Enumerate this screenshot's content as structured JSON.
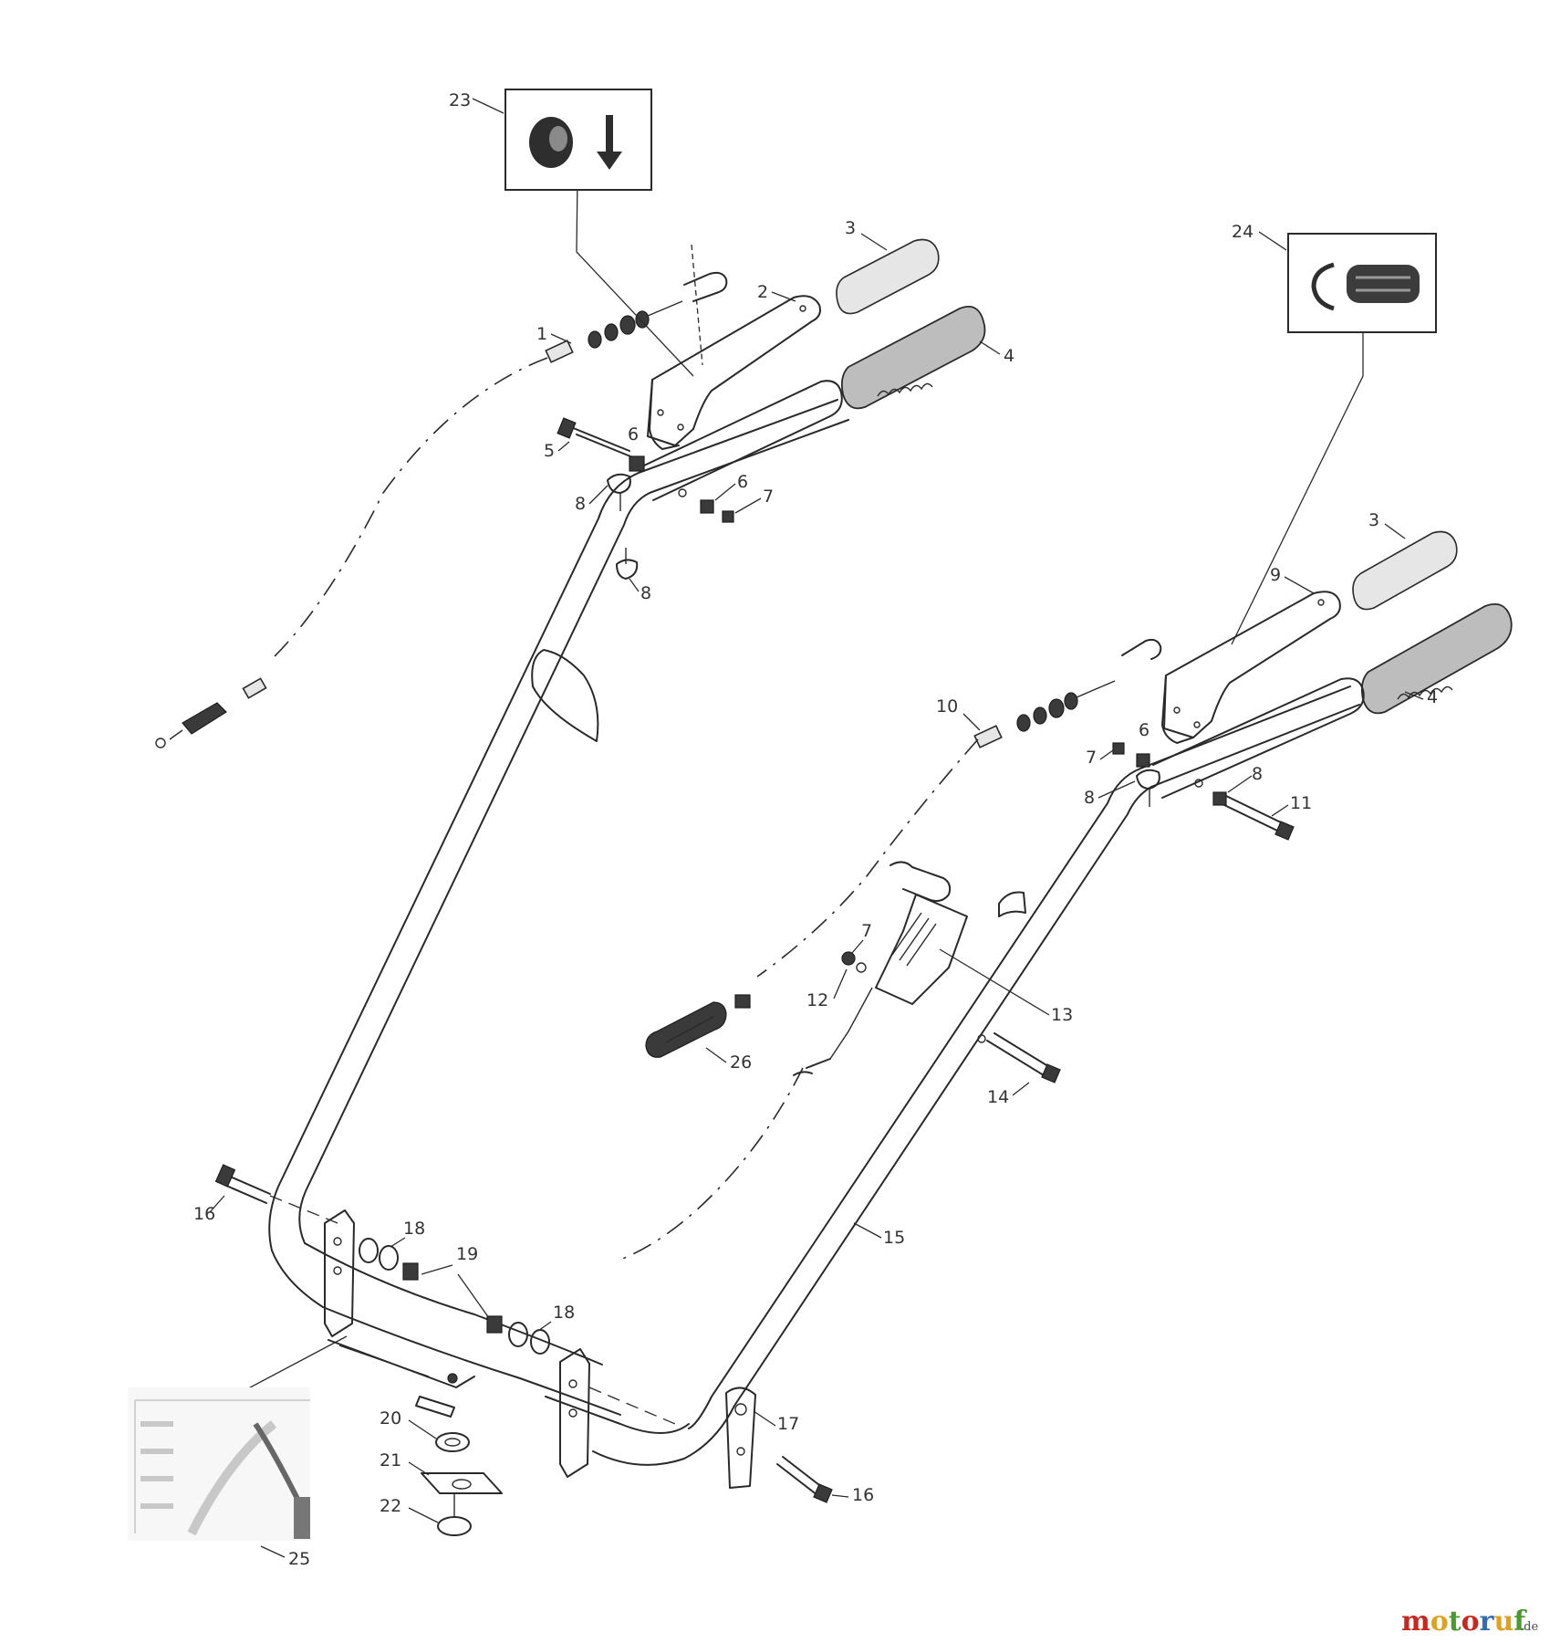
{
  "labels": {
    "n1": "1",
    "n2": "2",
    "n3a": "3",
    "n3b": "3",
    "n4a": "4",
    "n4b": "4",
    "n5": "5",
    "n6a": "6",
    "n6b": "6",
    "n6c": "6",
    "n7a": "7",
    "n7b": "7",
    "n7c": "7",
    "n8a": "8",
    "n8b": "8",
    "n8c": "8",
    "n8d": "8",
    "n9": "9",
    "n10": "10",
    "n11": "11",
    "n12": "12",
    "n13": "13",
    "n14": "14",
    "n15": "15",
    "n16a": "16",
    "n16b": "16",
    "n17": "17",
    "n18a": "18",
    "n18b": "18",
    "n19": "19",
    "n20": "20",
    "n21": "21",
    "n22": "22",
    "n23": "23",
    "n24": "24",
    "n25": "25",
    "n26": "26"
  },
  "watermark": {
    "brand_letters": [
      "m",
      "o",
      "t",
      "o",
      "r",
      "u",
      "f"
    ],
    "brand_colors": [
      "#c8281e",
      "#e2a11b",
      "#4a9a2e",
      "#c8281e",
      "#2f6db5",
      "#e2a11b",
      "#4a9a2e"
    ],
    "tld": ".de"
  },
  "colors": {
    "line": "#2a2a2a",
    "grip": "#bdbdbd",
    "background": "#ffffff"
  }
}
